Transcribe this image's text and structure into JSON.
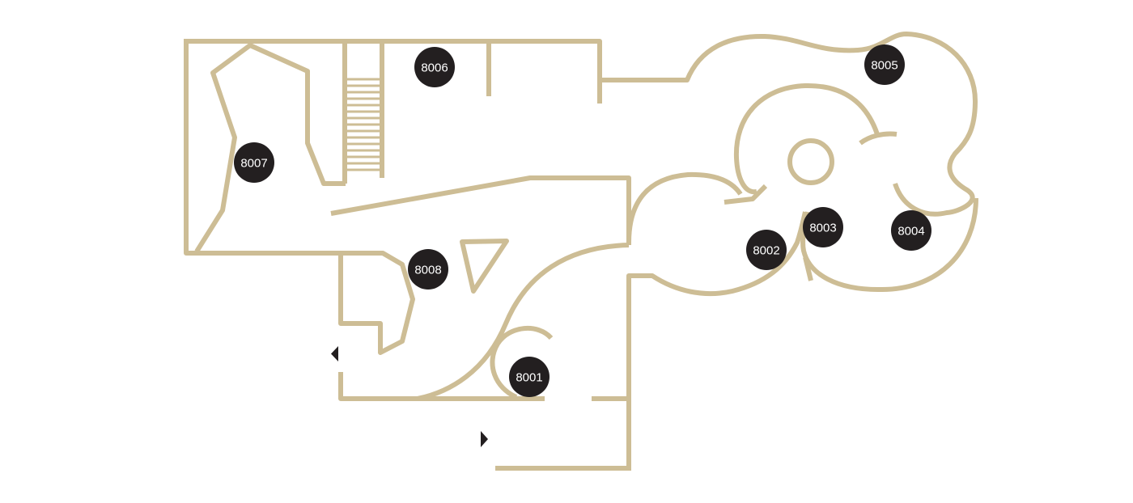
{
  "colors": {
    "wall": "#cdbd95",
    "marker": "#231f20",
    "marker_text": "#ffffff",
    "arrow": "#231f20",
    "background": "#ffffff"
  },
  "rooms": [
    {
      "id": "room-8001",
      "label": "8001"
    },
    {
      "id": "room-8002",
      "label": "8002"
    },
    {
      "id": "room-8003",
      "label": "8003"
    },
    {
      "id": "room-8004",
      "label": "8004"
    },
    {
      "id": "room-8005",
      "label": "8005"
    },
    {
      "id": "room-8006",
      "label": "8006"
    },
    {
      "id": "room-8007",
      "label": "8007"
    },
    {
      "id": "room-8008",
      "label": "8008"
    }
  ],
  "arrows": [
    {
      "id": "entrance-arrow-left",
      "icon": "triangle-left-icon",
      "direction": "left"
    },
    {
      "id": "entrance-arrow-right",
      "icon": "triangle-right-icon",
      "direction": "right"
    }
  ]
}
